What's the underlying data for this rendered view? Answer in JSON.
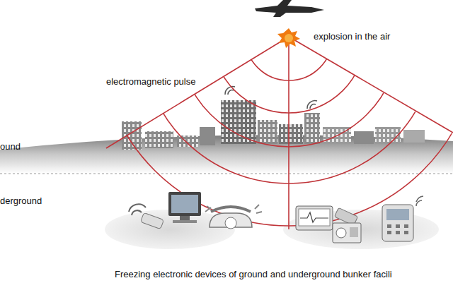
{
  "diagram": {
    "caption": "Freezing electronic devices of ground and underground bunker facili",
    "labels": [
      "explosion in the air",
      "electromagnetic pulse",
      "ound",
      "derground"
    ]
  }
}
